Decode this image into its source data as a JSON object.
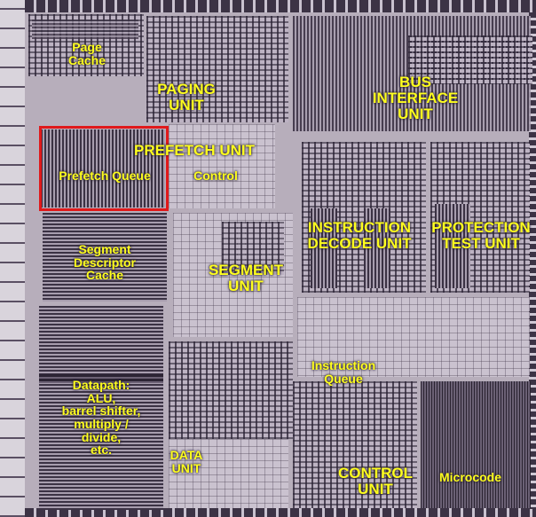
{
  "diagram": {
    "labels": {
      "page_cache": "Page\nCache",
      "paging_unit": "PAGING\nUNIT",
      "bus_interface_unit": "BUS\nINTERFACE\nUNIT",
      "prefetch_unit": "PREFETCH UNIT",
      "prefetch_queue": "Prefetch Queue",
      "control": "Control",
      "segment_descriptor_cache": "Segment\nDescriptor\nCache",
      "instruction_decode_unit": "INSTRUCTION\nDECODE UNIT",
      "protection_test_unit": "PROTECTION\nTEST UNIT",
      "segment_unit": "SEGMENT\nUNIT",
      "instruction_queue": "Instruction\nQueue",
      "datapath": "Datapath:\nALU,\nbarrel shifter,\nmultiply /\ndivide,\netc.",
      "data_unit": "DATA\nUNIT",
      "control_unit": "CONTROL\nUNIT",
      "microcode": "Microcode"
    },
    "colors": {
      "label": "#ffff1e",
      "highlight_box": "#e0191b",
      "die_base": "#b7aebb"
    }
  }
}
